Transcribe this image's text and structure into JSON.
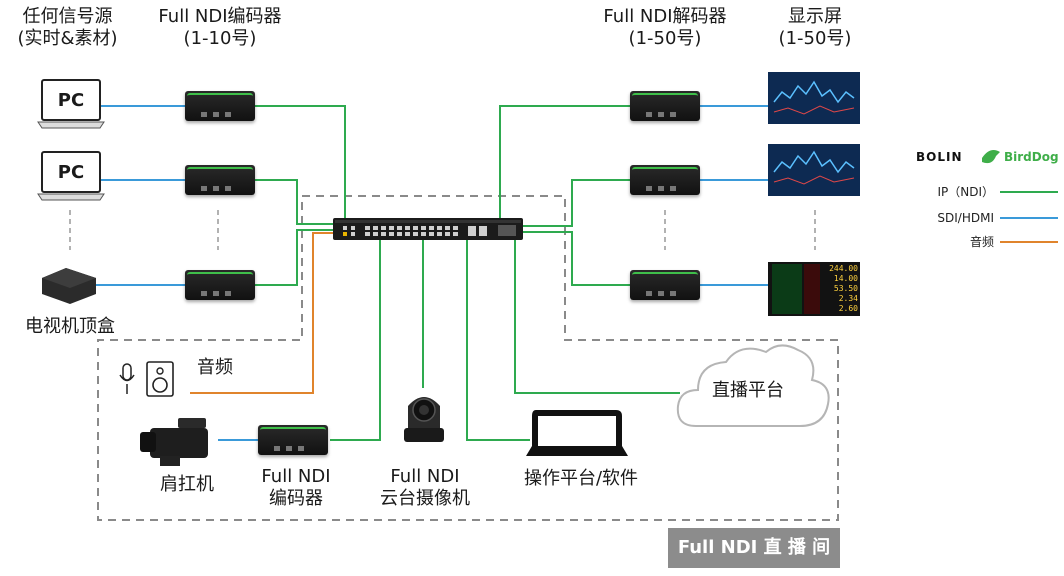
{
  "headers": {
    "source_title": "任何信号源",
    "source_sub": "(实时&素材)",
    "encoder_title": "Full NDI编码器",
    "encoder_sub": "(1-10号)",
    "decoder_title": "Full NDI解码器",
    "decoder_sub": "(1-50号)",
    "display_title": "显示屏",
    "display_sub": "(1-50号)"
  },
  "sources": {
    "pc1": "PC",
    "pc2": "PC",
    "stb": "电视机顶盒"
  },
  "bottom": {
    "audio": "音频",
    "camcorder": "肩扛机",
    "encoder_line1": "Full NDI",
    "encoder_line2": "编码器",
    "ptz_line1": "Full NDI",
    "ptz_line2": "云台摄像机",
    "console": "操作平台/软件",
    "cloud": "直播平台",
    "badge": "Full NDI 直 播 间"
  },
  "legend": {
    "brand1": "BOLIN",
    "brand2": "BirdDog",
    "items": [
      {
        "label": "IP（NDI）",
        "color": "#2eaa4f"
      },
      {
        "label": "SDI/HDMI",
        "color": "#3a9ad9"
      },
      {
        "label": "音频",
        "color": "#e0842c"
      }
    ]
  },
  "screen3_numbers": [
    "244.00",
    "14.00",
    "53.50",
    "2.34",
    "2.60"
  ],
  "colors": {
    "ip": "#2eaa4f",
    "sdi": "#3a9ad9",
    "audio": "#e0842c",
    "dash": "#8a8a8a"
  }
}
